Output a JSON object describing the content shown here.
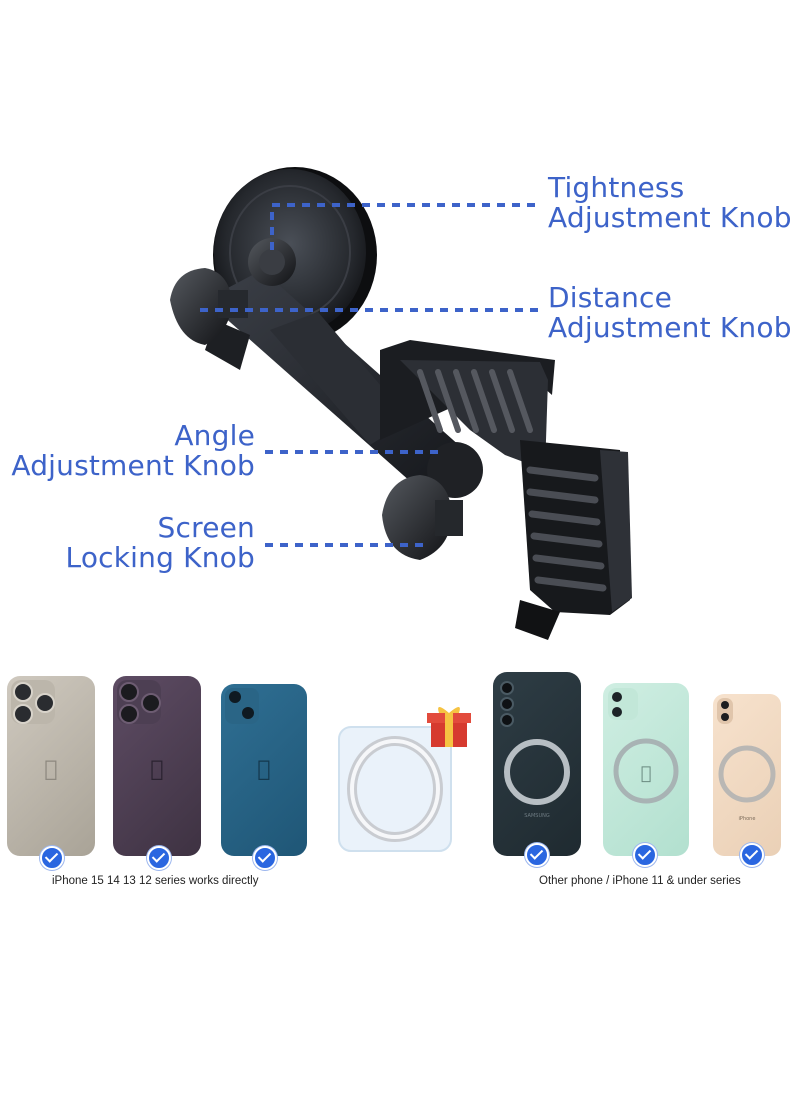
{
  "callouts": {
    "tightness": [
      "Tightness",
      "Adjustment Knob"
    ],
    "distance": [
      "Distance",
      "Adjustment Knob"
    ],
    "angle": [
      "Angle",
      "Adjustment Knob"
    ],
    "screen": [
      "Screen",
      "Locking Knob"
    ]
  },
  "captions": {
    "left": "iPhone 15 14 13 12 series works directly",
    "right": "Other phone / iPhone 11 & under series"
  },
  "phone_brand_text": "SAMSUNG",
  "iphone_text": "iPhone",
  "colors": {
    "accent": "#3d63c9",
    "check": "#2a66e0"
  }
}
